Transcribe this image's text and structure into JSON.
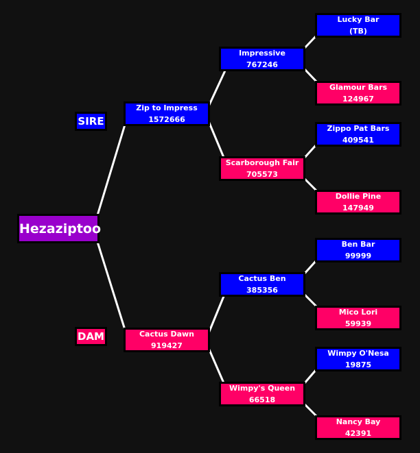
{
  "colors": {
    "sire": "#0000ff",
    "dam": "#ff0066",
    "subject": "#9900cc",
    "background": "#111111",
    "connector": "#ffffff"
  },
  "subject": {
    "name": "Hezaziptoo"
  },
  "labels": {
    "sire": "SIRE",
    "dam": "DAM"
  },
  "gen1": [
    {
      "name": "Zip to Impress",
      "value": "1572666"
    },
    {
      "name": "Cactus Dawn",
      "value": "919427"
    }
  ],
  "gen2": [
    {
      "name": "Impressive",
      "value": "767246"
    },
    {
      "name": "Scarborough Fair",
      "value": "705573"
    },
    {
      "name": "Cactus Ben",
      "value": "385356"
    },
    {
      "name": "Wimpy's Queen",
      "value": "66518"
    }
  ],
  "gen3": [
    {
      "name": "Lucky Bar",
      "value": "(TB)"
    },
    {
      "name": "Glamour Bars",
      "value": "124967"
    },
    {
      "name": "Zippo Pat Bars",
      "value": "409541"
    },
    {
      "name": "Dollie Pine",
      "value": "147949"
    },
    {
      "name": "Ben Bar",
      "value": "99999"
    },
    {
      "name": "Mico Lori",
      "value": "59939"
    },
    {
      "name": "Wimpy O'Nesa",
      "value": "19875"
    },
    {
      "name": "Nancy Bay",
      "value": "42391"
    }
  ]
}
